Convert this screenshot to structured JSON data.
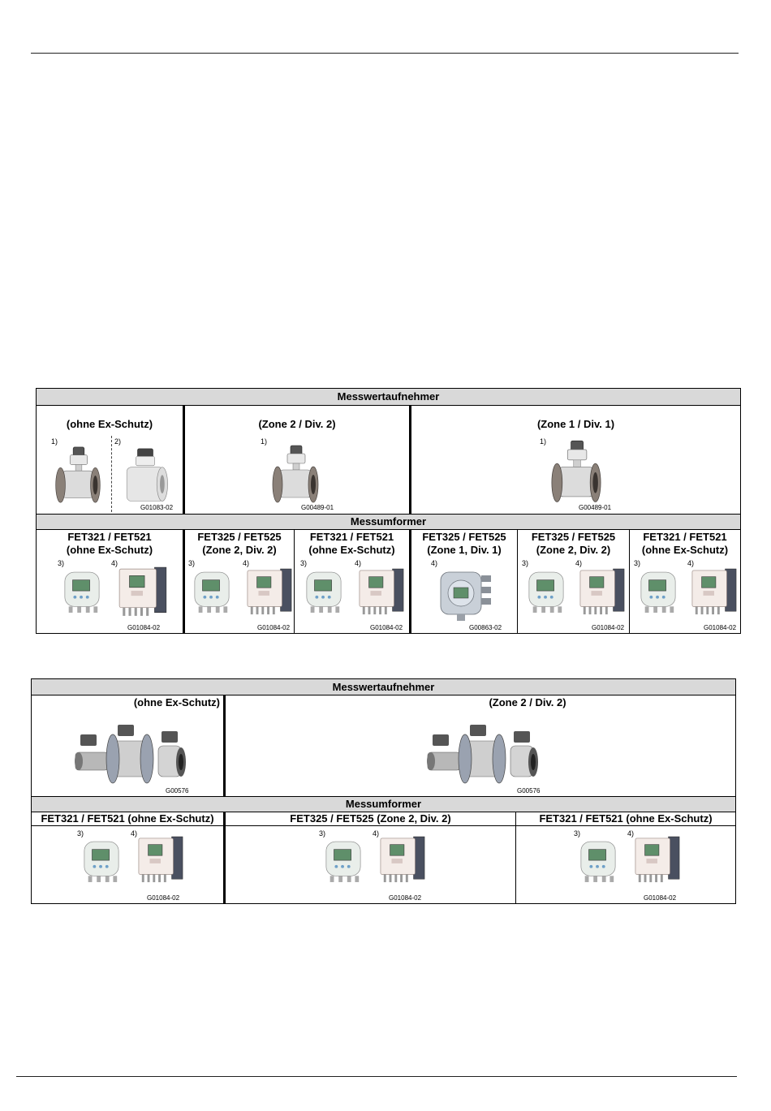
{
  "t1": {
    "header": "Messwertaufnehmer",
    "sensor_groups": [
      {
        "label": "(ohne Ex-Schutz)",
        "notes": [
          "1)",
          "2)"
        ],
        "code": "G01083-02"
      },
      {
        "label": "(Zone 2 / Div. 2)",
        "notes": [
          "1)"
        ],
        "code": "G00489-01"
      },
      {
        "label": "(Zone 1 / Div. 1)",
        "notes": [
          "1)"
        ],
        "code": "G00489-01"
      }
    ],
    "transmitter_header": "Messumformer",
    "transmitters": [
      {
        "line1": "FET321 / FET521",
        "line2": "(ohne Ex-Schutz)",
        "notes": [
          "3)",
          "4)"
        ],
        "code": "G01084-02"
      },
      {
        "line1": "FET325 / FET525",
        "line2": "(Zone 2, Div. 2)",
        "notes": [
          "3)",
          "4)"
        ],
        "code": "G01084-02"
      },
      {
        "line1": "FET321 / FET521",
        "line2": "(ohne Ex-Schutz)",
        "notes": [
          "3)",
          "4)"
        ],
        "code": "G01084-02"
      },
      {
        "line1": "FET325 / FET525",
        "line2": "(Zone 1, Div. 1)",
        "notes": [
          "4)"
        ],
        "code": "G00863-02"
      },
      {
        "line1": "FET325 / FET525",
        "line2": "(Zone 2, Div. 2)",
        "notes": [
          "3)",
          "4)"
        ],
        "code": "G01084-02"
      },
      {
        "line1": "FET321 / FET521",
        "line2": "(ohne Ex-Schutz)",
        "notes": [
          "3)",
          "4)"
        ],
        "code": "G01084-02"
      }
    ]
  },
  "t2": {
    "header": "Messwertaufnehmer",
    "sensor_groups": [
      {
        "label": "(ohne Ex-Schutz)",
        "code": "G00576"
      },
      {
        "label": "(Zone 2 / Div. 2)",
        "code": "G00576"
      }
    ],
    "transmitter_header": "Messumformer",
    "transmitters": [
      {
        "label": "FET321 / FET521 (ohne Ex-Schutz)",
        "notes": [
          "3)",
          "4)"
        ],
        "code": "G01084-02"
      },
      {
        "label": "FET325 / FET525 (Zone 2, Div. 2)",
        "notes": [
          "3)",
          "4)"
        ],
        "code": "G01084-02"
      },
      {
        "label": "FET321 / FET521 (ohne Ex-Schutz)",
        "notes": [
          "3)",
          "4)"
        ],
        "code": "G01084-02"
      }
    ]
  }
}
